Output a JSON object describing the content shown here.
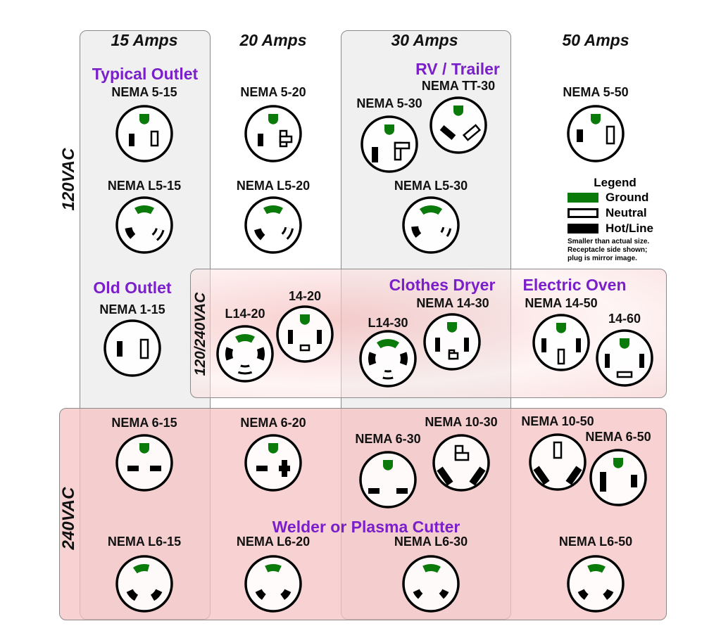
{
  "columns": [
    "15 Amps",
    "20 Amps",
    "30 Amps",
    "50 Amps"
  ],
  "voltages": {
    "v120": "120VAC",
    "v120_240": "120/240VAC",
    "v240": "240VAC"
  },
  "titles": {
    "typical": "Typical Outlet",
    "rv": "RV / Trailer",
    "old": "Old Outlet",
    "dryer": "Clothes Dryer",
    "oven": "Electric Oven",
    "welder": "Welder or Plasma Cutter"
  },
  "outlets": [
    {
      "id": "n5-15",
      "label": "NEMA 5-15"
    },
    {
      "id": "n5-20",
      "label": "NEMA 5-20"
    },
    {
      "id": "n5-30",
      "label": "NEMA 5-30"
    },
    {
      "id": "tt-30",
      "label": "NEMA TT-30"
    },
    {
      "id": "n5-50",
      "label": "NEMA 5-50"
    },
    {
      "id": "l5-15",
      "label": "NEMA L5-15"
    },
    {
      "id": "l5-20",
      "label": "NEMA L5-20"
    },
    {
      "id": "l5-30",
      "label": "NEMA L5-30"
    },
    {
      "id": "n1-15",
      "label": "NEMA 1-15"
    },
    {
      "id": "l14-20",
      "label": "L14-20"
    },
    {
      "id": "n14-20",
      "label": "14-20"
    },
    {
      "id": "n14-30",
      "label": "NEMA 14-30"
    },
    {
      "id": "l14-30",
      "label": "L14-30"
    },
    {
      "id": "n14-50",
      "label": "NEMA 14-50"
    },
    {
      "id": "n14-60",
      "label": "14-60"
    },
    {
      "id": "n6-15",
      "label": "NEMA 6-15"
    },
    {
      "id": "n6-20",
      "label": "NEMA 6-20"
    },
    {
      "id": "n10-30",
      "label": "NEMA 10-30"
    },
    {
      "id": "n6-30",
      "label": "NEMA 6-30"
    },
    {
      "id": "n10-50",
      "label": "NEMA 10-50"
    },
    {
      "id": "n6-50",
      "label": "NEMA 6-50"
    },
    {
      "id": "l6-15",
      "label": "NEMA L6-15"
    },
    {
      "id": "l6-20",
      "label": "NEMA L6-20"
    },
    {
      "id": "l6-30",
      "label": "NEMA L6-30"
    },
    {
      "id": "l6-50",
      "label": "NEMA L6-50"
    }
  ],
  "legend": {
    "title": "Legend",
    "items": [
      {
        "label": "Ground",
        "color": "#0a7a0a"
      },
      {
        "label": "Neutral",
        "color": "#ffffff"
      },
      {
        "label": "Hot/Line",
        "color": "#000000"
      }
    ],
    "note1": "Smaller than actual size.",
    "note2": "Receptacle side shown;",
    "note3": "plug is mirror image."
  },
  "colors": {
    "ground": "#0a7a0a",
    "neutral": "#ffffff",
    "hot": "#000000",
    "title": "#7a1fc9"
  }
}
